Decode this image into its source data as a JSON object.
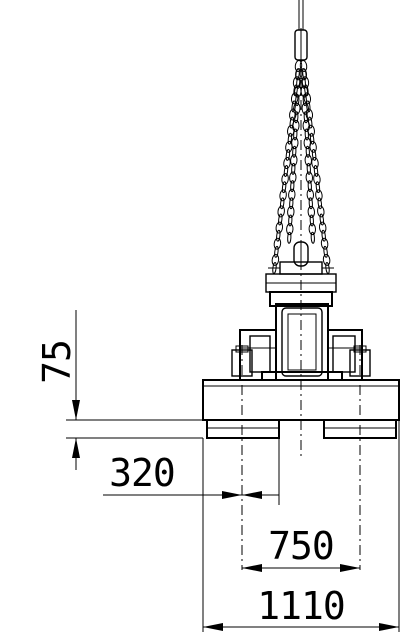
{
  "dimensions": {
    "d75": "75",
    "d320": "320",
    "d750": "750",
    "d1110": "1110"
  }
}
